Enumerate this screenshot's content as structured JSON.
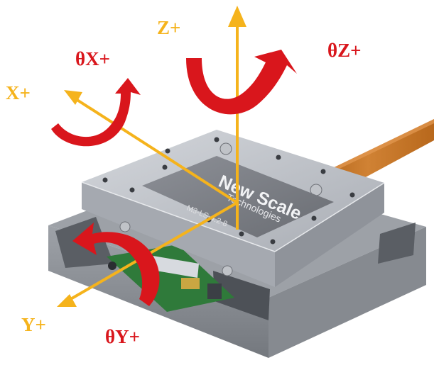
{
  "axes": {
    "z": {
      "label": "Z+"
    },
    "x": {
      "label": "X+"
    },
    "y": {
      "label": "Y+"
    }
  },
  "rotations": {
    "theta_x": {
      "label": "θX+"
    },
    "theta_z": {
      "label": "θZ+"
    },
    "theta_y": {
      "label": "θY+"
    }
  },
  "device": {
    "logo_line1": "New Scale",
    "logo_line2": "Technologies",
    "part_number": "M3-LS-4.2-8"
  },
  "colors": {
    "axis": "#f5b31c",
    "rotation": "#d9161c",
    "flex_cable": "#c8731f",
    "body": "#b5b9c0"
  }
}
